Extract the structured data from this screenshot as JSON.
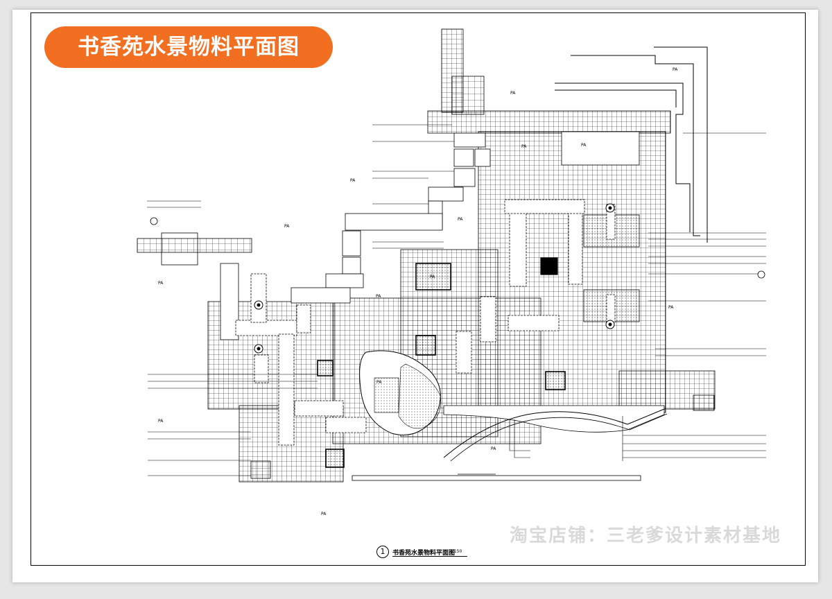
{
  "title": "书香苑水景物料平面图",
  "watermark": "淘宝店铺：三老爹设计素材基地",
  "caption": {
    "number": "1",
    "title": "书香苑水景物料平面图",
    "scale": "1:150"
  },
  "area_label": "PA"
}
